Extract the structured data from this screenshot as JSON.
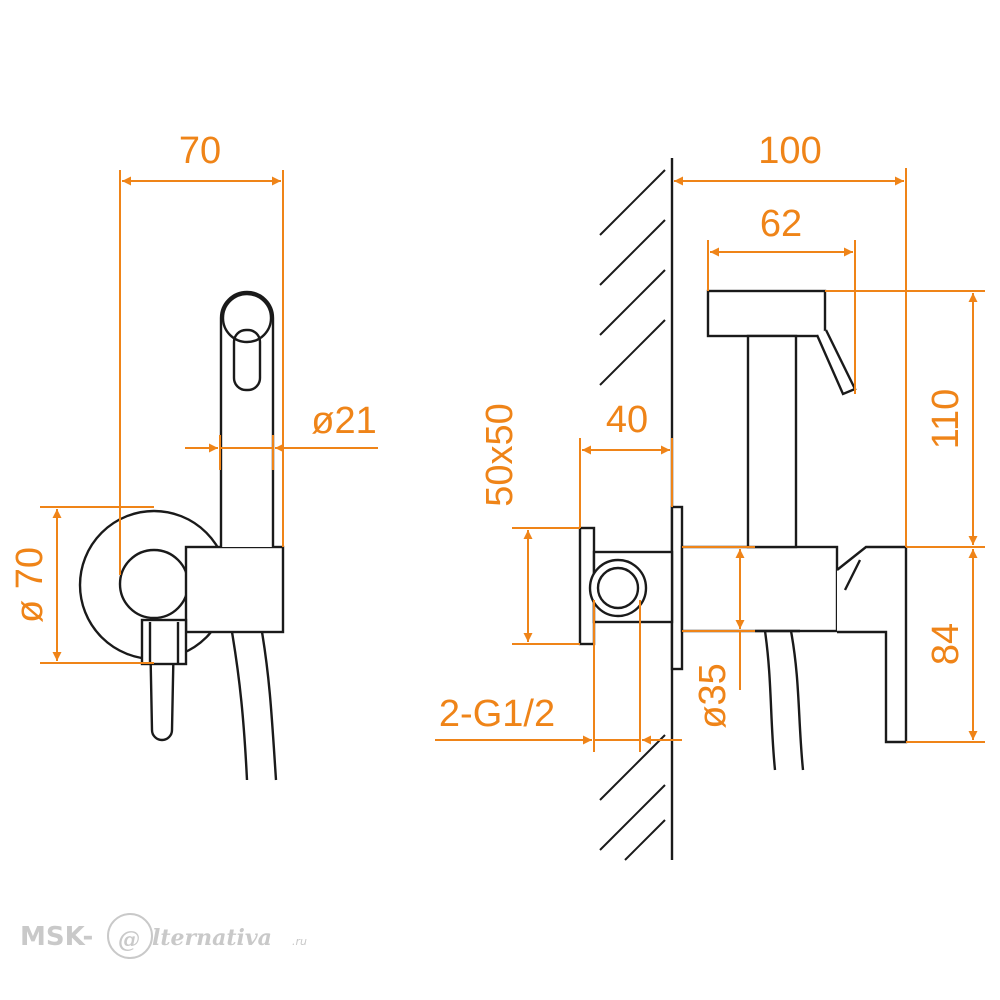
{
  "colors": {
    "dimension": "#EF8418",
    "outline": "#1A1A1A",
    "watermark": "#C9C9C9"
  },
  "dimensions": {
    "side_width": "70",
    "nozzle_diameter": "ø21",
    "flange_diameter": "ø 70",
    "total_depth": "100",
    "holder_length": "62",
    "plate_size": "50x50",
    "valve_depth": "40",
    "holder_height": "110",
    "valve_height": "84",
    "hose_diameter": "ø35",
    "thread": "2-G1/2"
  },
  "watermark": {
    "prefix": "MSK-",
    "at_symbol": "@",
    "script_text": "lternativa",
    "tld": ".ru"
  }
}
